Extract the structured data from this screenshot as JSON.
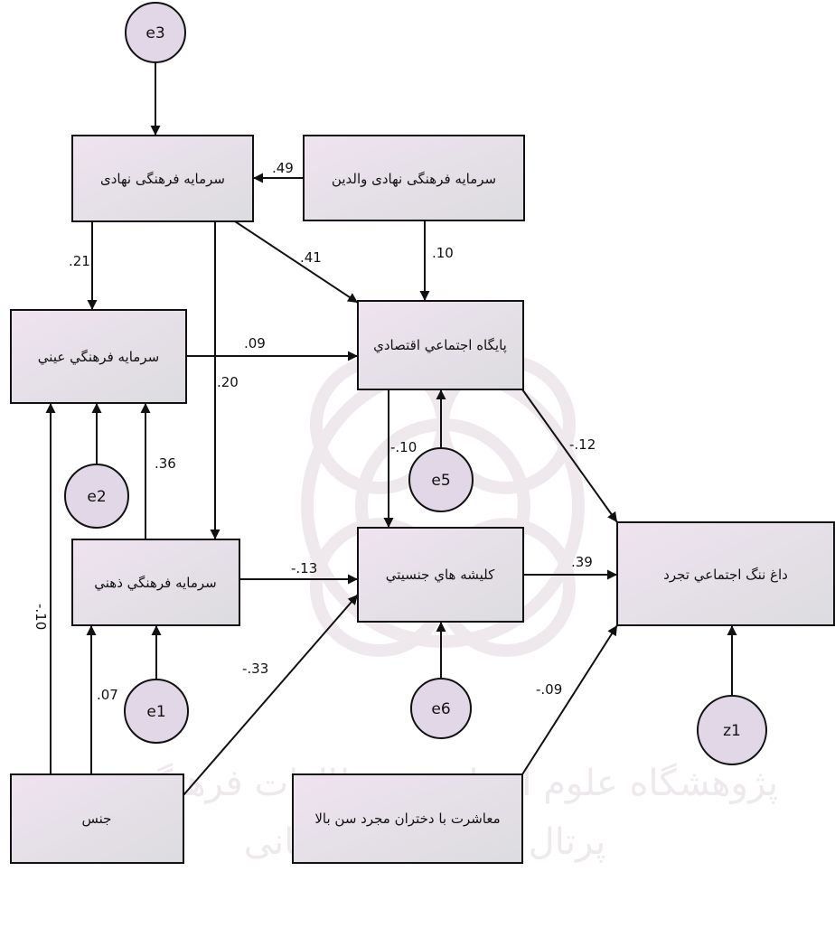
{
  "nodes": {
    "nahadi": "سرمایه فرهنگی نهادی",
    "valedin": "سرمایه فرهنگی نهادی والدین",
    "eyni": "سرمايه فرهنگي عيني",
    "paygah": "پايگاه اجتماعي اقتصادي",
    "zehni": "سرمايه فرهنگي ذهني",
    "kalishe": "كليشه هاي جنسيتي",
    "dagh": "داغ ننگ اجتماعي تجرد",
    "jens": "جنس",
    "moasherat": "معاشرت با دختران مجرد سن بالا"
  },
  "errors": {
    "e3": "e3",
    "e2": "e2",
    "e1": "e1",
    "e5": "e5",
    "e6": "e6",
    "z1": "z1"
  },
  "coefficients": {
    "valedin_nahadi": ".49",
    "nahadi_eyni": ".21",
    "nahadi_paygah": ".41",
    "valedin_paygah": ".10",
    "eyni_paygah": ".09",
    "nahadi_zehni": ".20",
    "zehni_eyni": ".36",
    "jens_eyni": "-.10",
    "jens_zehni": ".07",
    "paygah_kalishe": "-.10",
    "paygah_dagh": "-.12",
    "zehni_kalishe": "-.13",
    "jens_kalishe": "-.33",
    "kalishe_dagh": ".39",
    "moasherat_dagh": "-.09"
  },
  "watermark": {
    "line1": "پژوهشگاه علوم انسانی و مطالعات فرهنگی",
    "line2": "پرتال جامع علوم انسانی"
  },
  "colors": {
    "box_fill_top": "#ede4ee",
    "box_fill_bottom": "#dcdcdf",
    "error_fill": "#e2d7e6",
    "stroke": "#111111"
  }
}
